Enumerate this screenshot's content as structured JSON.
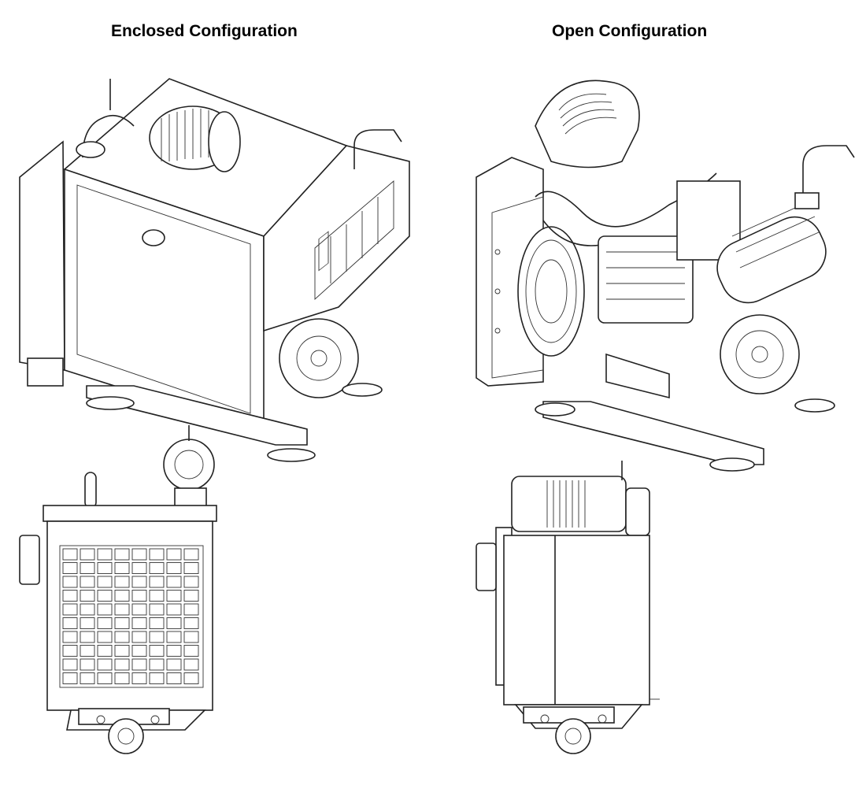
{
  "titles": {
    "enclosed": "Enclosed Configuration",
    "open": "Open Configuration"
  },
  "views": [
    {
      "name": "enclosed-isometric-view",
      "icon": "enclosed-engine-isometric-drawing"
    },
    {
      "name": "enclosed-front-view",
      "icon": "enclosed-engine-front-drawing"
    },
    {
      "name": "open-isometric-view",
      "icon": "open-engine-isometric-drawing"
    },
    {
      "name": "open-front-view",
      "icon": "open-engine-front-drawing"
    }
  ],
  "colors": {
    "line": "#222222",
    "background": "#ffffff"
  }
}
